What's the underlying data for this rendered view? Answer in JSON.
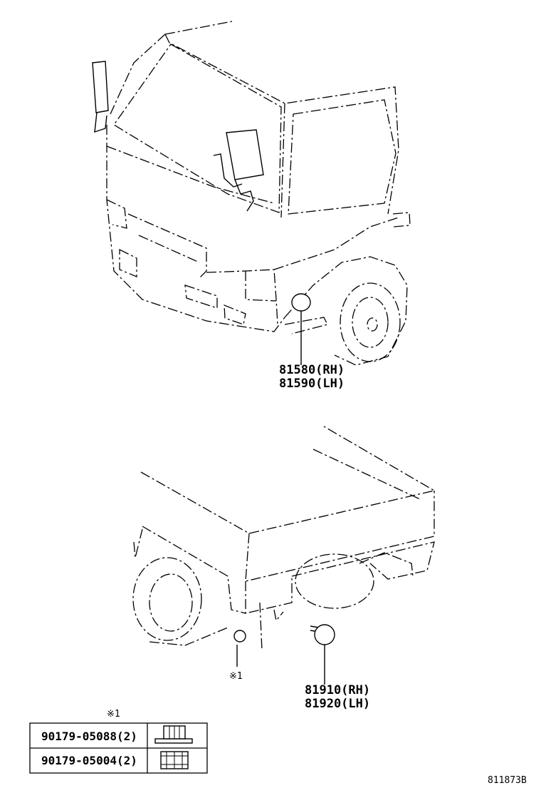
{
  "callouts": {
    "front_rh": "81580(RH)",
    "front_lh": "81590(LH)",
    "rear_rh": "81910(RH)",
    "rear_lh": "81920(LH)",
    "note_marker": "※1"
  },
  "parts_table": {
    "header": "※1",
    "rows": [
      {
        "part_no": "90179-05088(2)",
        "icon": "flange-nut-icon"
      },
      {
        "part_no": "90179-05004(2)",
        "icon": "hex-nut-icon"
      }
    ]
  },
  "illustration_code": "811873B"
}
